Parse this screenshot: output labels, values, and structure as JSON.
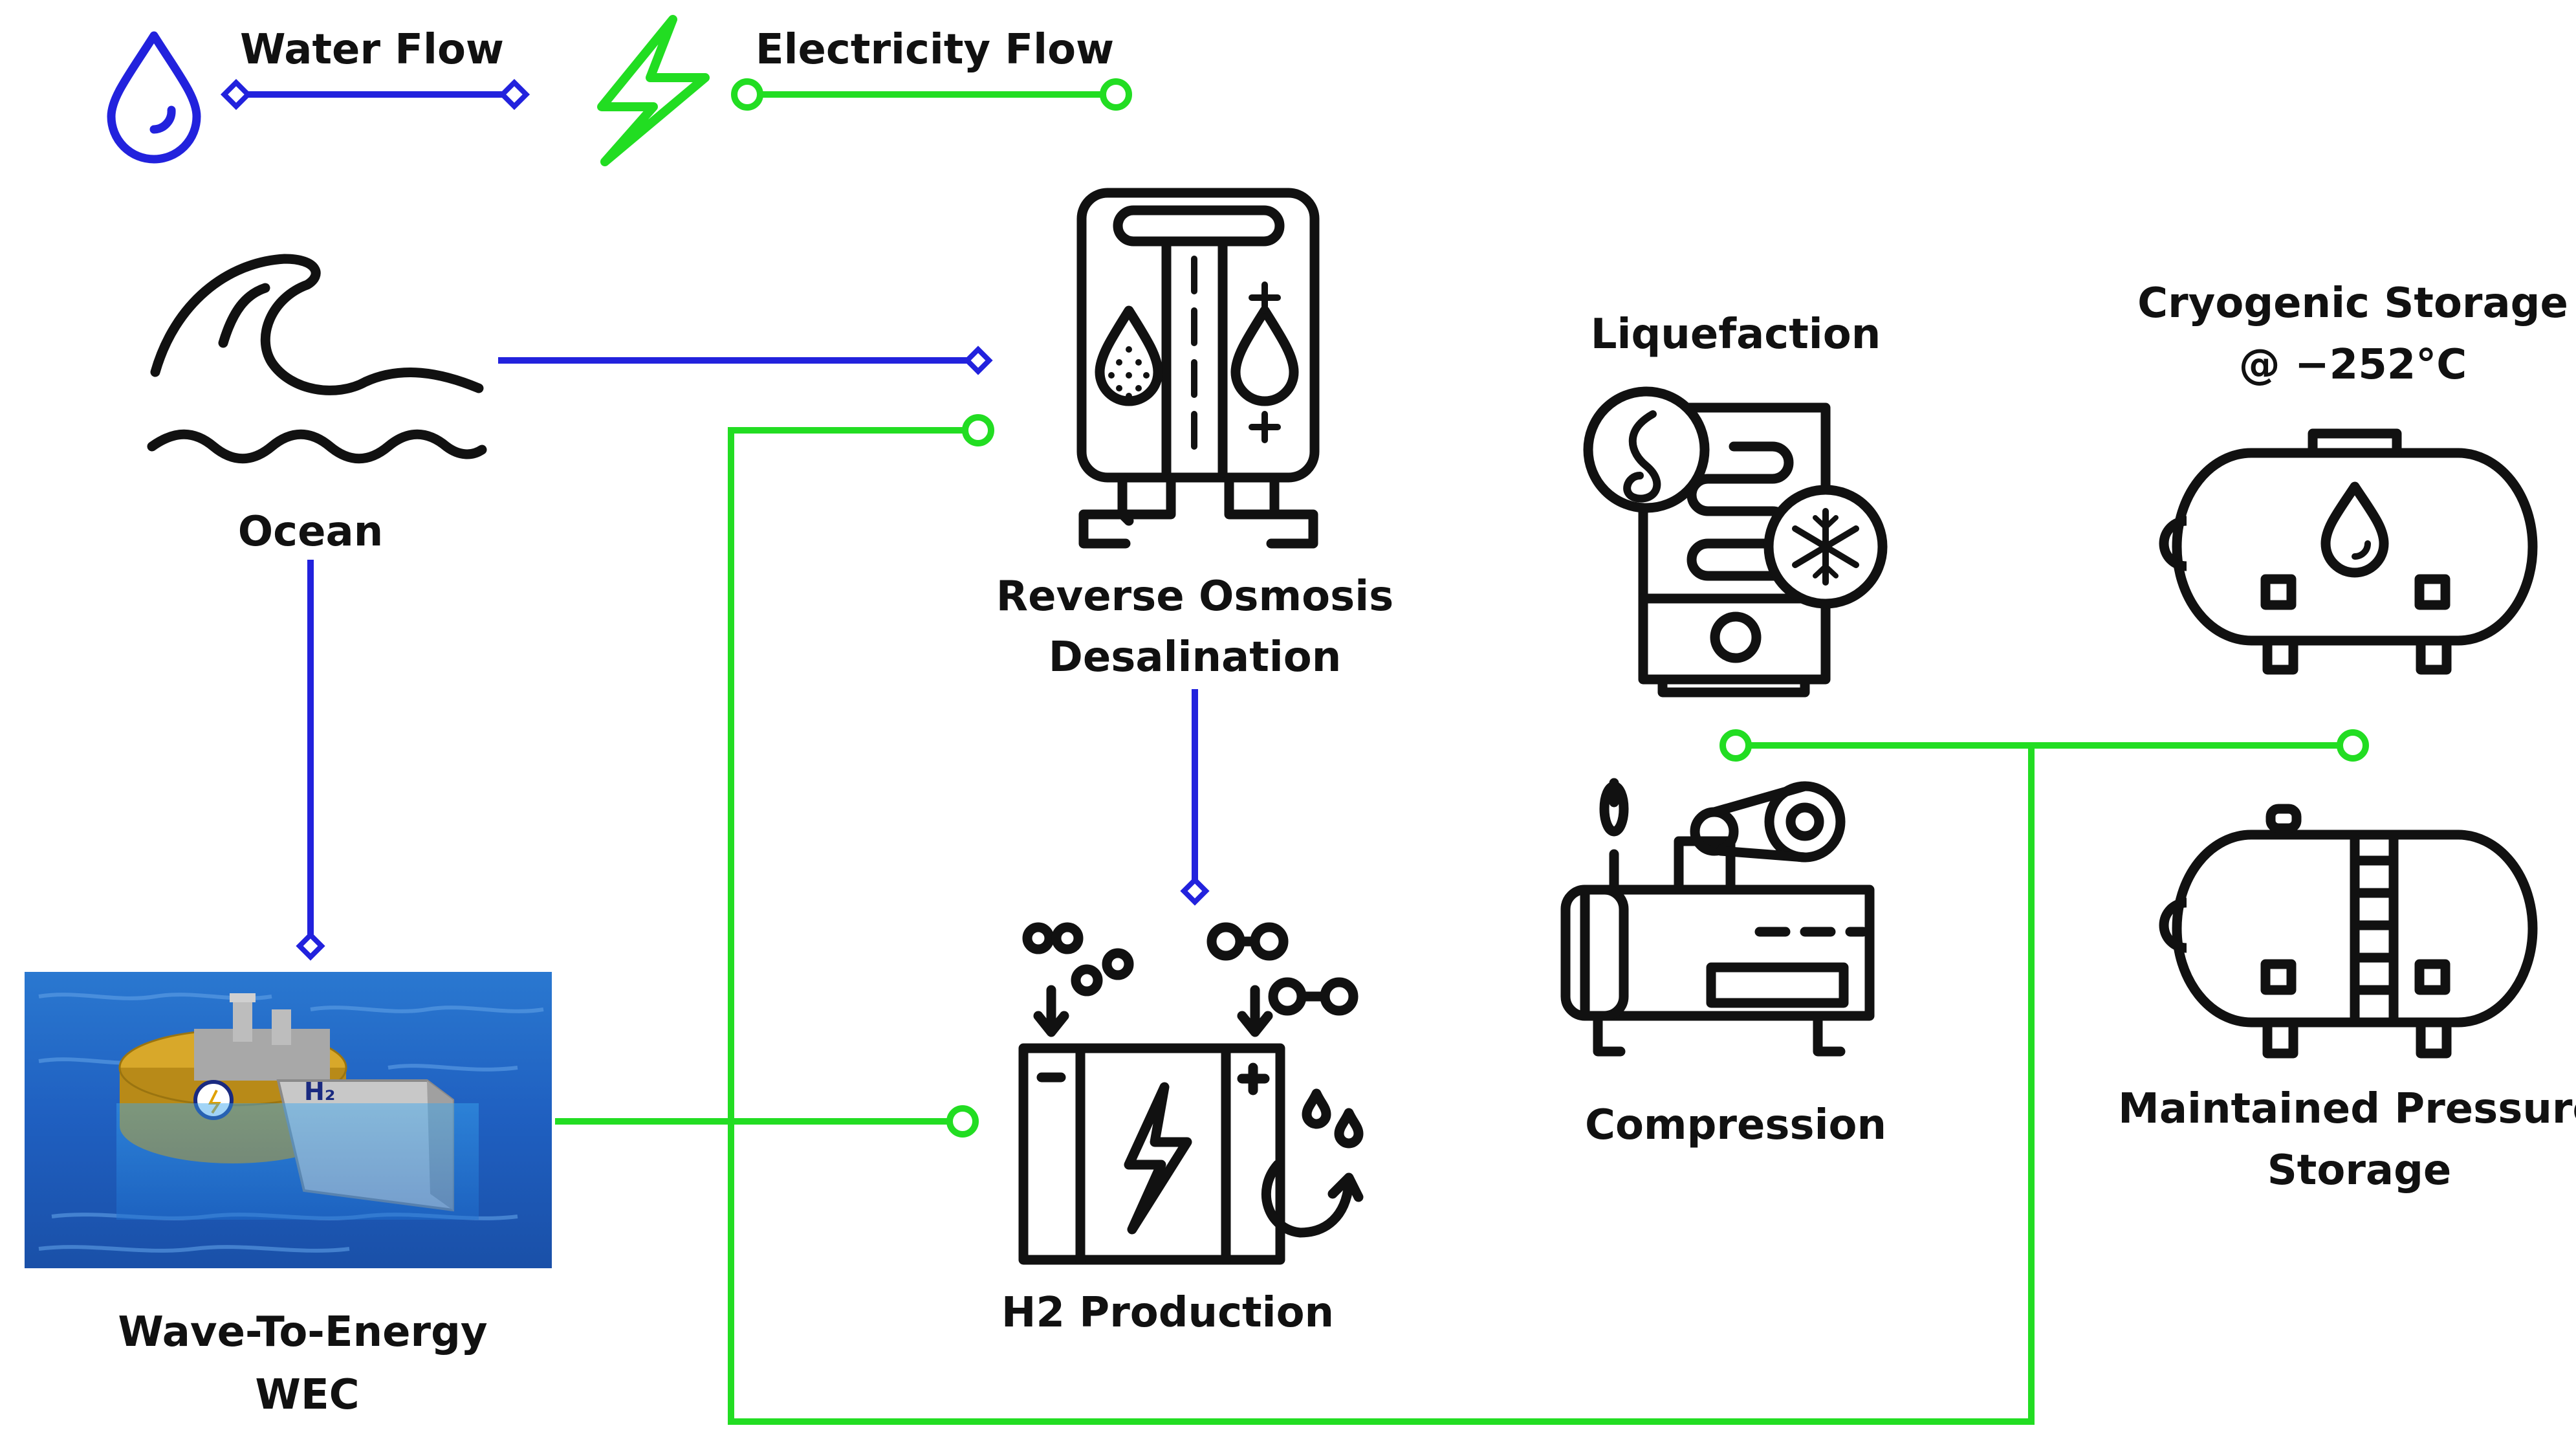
{
  "legend": {
    "water_label": "Water Flow",
    "electricity_label": "Electricity Flow"
  },
  "nodes": {
    "ocean": "Ocean",
    "ro_line1": "Reverse Osmosis",
    "ro_line2": "Desalination",
    "liquefaction": "Liquefaction",
    "cryo_line1": "Cryogenic Storage",
    "cryo_line2": "@ −252°C",
    "compression": "Compression",
    "pressure_line1": "Maintained Pressure",
    "pressure_line2": "Storage",
    "h2": "H2 Production",
    "wec_line1": "Wave-To-Energy",
    "wec_line2": "WEC"
  },
  "wec_badge_text": "H₂",
  "colors": {
    "water": "#2222dd",
    "electricity": "#22dd22",
    "icon": "#111111"
  }
}
